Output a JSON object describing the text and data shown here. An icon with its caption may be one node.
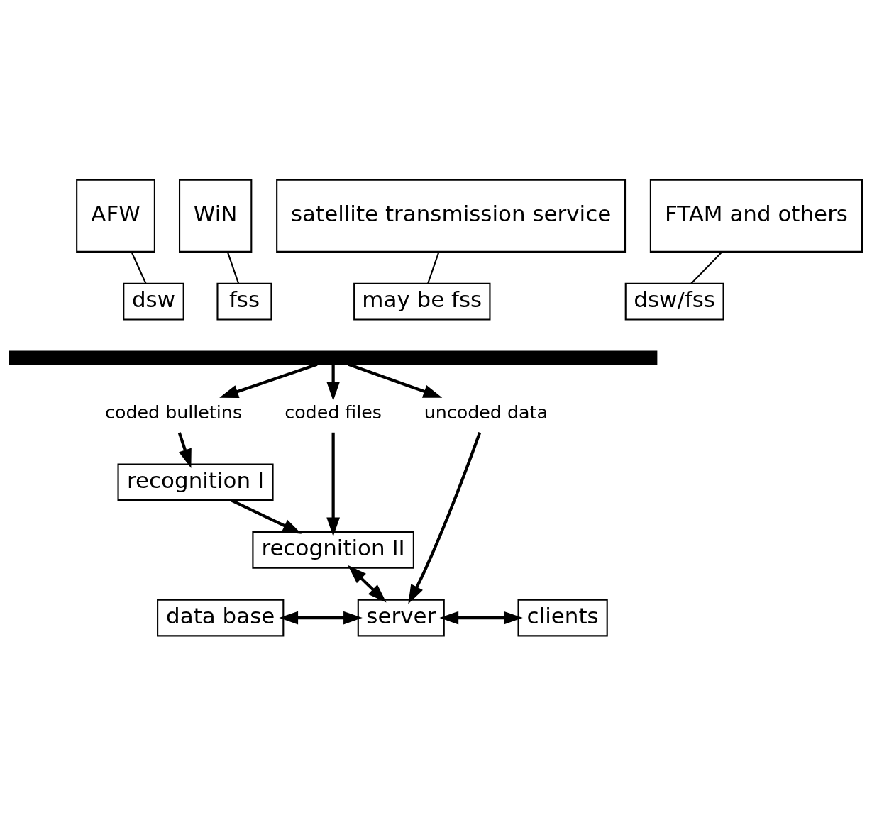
{
  "diagram": {
    "nodes": [
      {
        "text": [
          "AFW"
        ]
      },
      {
        "text": [
          "WiN"
        ]
      },
      {
        "text": [
          "satellite transmission service"
        ]
      },
      {
        "text": [
          "FTAM and others"
        ]
      },
      {
        "text": [
          "dsw"
        ]
      },
      {
        "text": [
          "fss"
        ]
      },
      {
        "text": [
          "may be fss"
        ]
      },
      {
        "text": [
          "dsw/fss"
        ]
      },
      {
        "text": [],
        "shape": "bar"
      },
      {
        "text": [
          "coded bulletins"
        ]
      },
      {
        "text": [
          "coded files"
        ]
      },
      {
        "text": [
          "uncoded data"
        ]
      },
      {
        "text": [
          "recognition I"
        ]
      },
      {
        "text": [
          "recognition II"
        ]
      },
      {
        "text": [
          "data base"
        ]
      },
      {
        "text": [
          "server"
        ]
      },
      {
        "text": [
          "clients"
        ]
      }
    ],
    "edges": [
      {
        "from": 0,
        "to": 4,
        "arrow": "none"
      },
      {
        "from": 1,
        "to": 5,
        "arrow": "none"
      },
      {
        "from": 2,
        "to": 6,
        "arrow": "none"
      },
      {
        "from": 3,
        "to": 7,
        "arrow": "none"
      },
      {
        "from": 8,
        "to": 9,
        "arrow": "to"
      },
      {
        "from": 8,
        "to": 10,
        "arrow": "to"
      },
      {
        "from": 8,
        "to": 11,
        "arrow": "to"
      },
      {
        "from": 9,
        "to": 12,
        "arrow": "to"
      },
      {
        "from": 12,
        "to": 13,
        "arrow": "to"
      },
      {
        "from": 10,
        "to": 13,
        "arrow": "to"
      },
      {
        "from": 11,
        "to": 15,
        "arrow": "to"
      },
      {
        "from": 13,
        "to": 15,
        "arrow": "both"
      },
      {
        "from": 14,
        "to": 15,
        "arrow": "both"
      },
      {
        "from": 15,
        "to": 16,
        "arrow": "both"
      }
    ]
  }
}
